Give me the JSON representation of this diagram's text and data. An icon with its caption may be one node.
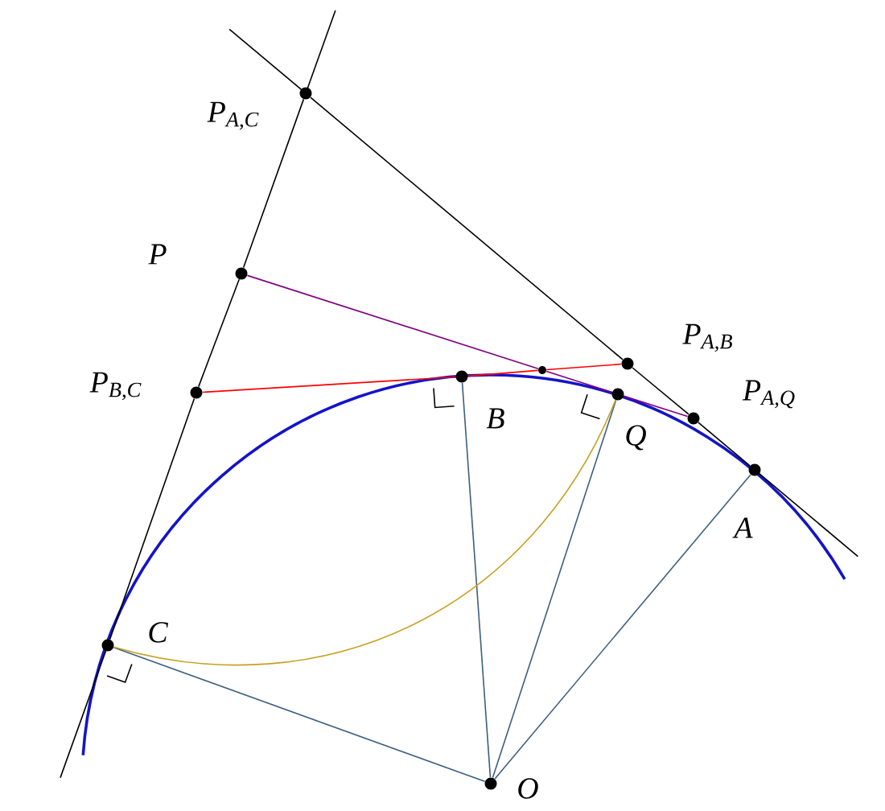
{
  "diagram": {
    "nodes": [
      {
        "text": [
          "P$_{A,C}$"
        ]
      },
      {
        "text": [
          "P"
        ]
      },
      {
        "text": [
          "P$_{A,B}$"
        ]
      },
      {
        "text": [
          "P$_{B,C}$"
        ]
      },
      {
        "text": [
          "B"
        ]
      },
      {
        "text": [],
        "shape": "circle"
      },
      {
        "text": [
          "Q"
        ]
      },
      {
        "text": [
          "P$_{A,Q}$"
        ]
      },
      {
        "text": [
          "A"
        ]
      },
      {
        "text": [
          "C"
        ]
      },
      {
        "text": [
          "O"
        ]
      }
    ],
    "edges": [
      {
        "from": 9,
        "to": 3,
        "arrow": "none"
      },
      {
        "from": 3,
        "to": 1,
        "arrow": "none"
      },
      {
        "from": 1,
        "to": 0,
        "arrow": "none"
      },
      {
        "from": 0,
        "to": 2,
        "arrow": "none"
      },
      {
        "from": 2,
        "to": 7,
        "arrow": "none"
      },
      {
        "from": 7,
        "to": 8,
        "arrow": "none"
      },
      {
        "from": 3,
        "to": 4,
        "arrow": "none",
        "color": "#ff0000"
      },
      {
        "from": 4,
        "to": 5,
        "arrow": "none",
        "color": "#ff0000"
      },
      {
        "from": 5,
        "to": 2,
        "arrow": "none",
        "color": "#ff0000"
      },
      {
        "from": 1,
        "to": 5,
        "arrow": "none",
        "color": "#800080"
      },
      {
        "from": 5,
        "to": 6,
        "arrow": "none",
        "color": "#800080"
      },
      {
        "from": 6,
        "to": 7,
        "arrow": "none",
        "color": "#800080"
      },
      {
        "from": 10,
        "to": 9,
        "arrow": "none",
        "color": "#3d5f7f"
      },
      {
        "from": 10,
        "to": 4,
        "arrow": "none",
        "color": "#3d5f7f"
      },
      {
        "from": 10,
        "to": 6,
        "arrow": "none",
        "color": "#3d5f7f"
      },
      {
        "from": 10,
        "to": 8,
        "arrow": "none",
        "color": "#3d5f7f"
      },
      {
        "from": 9,
        "to": 6,
        "arrow": "none",
        "color": "#c8a01e"
      }
    ]
  }
}
